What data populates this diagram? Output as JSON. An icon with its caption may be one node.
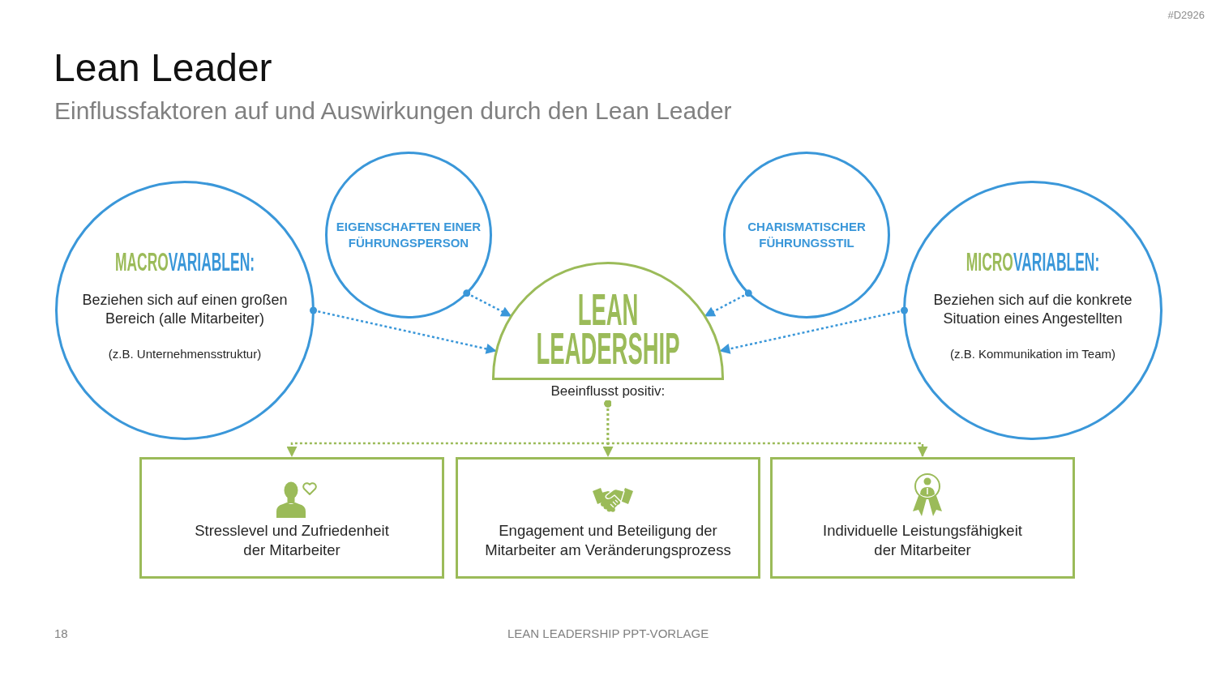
{
  "diagram": {
    "title": "Lean Leader",
    "nodes": [
      {
        "text": [
          "**MACRO**VARIABLEN:",
          "Beziehen sich auf einen großen Bereich (alle Mitarbeiter)",
          "(z.B. Unternehmensstruktur)"
        ]
      },
      {
        "text": [
          "EIGENSCHAFTEN EINER FÜHRUNGSPERSON"
        ]
      },
      {
        "text": [
          "LEAN LEADERSHIP"
        ]
      },
      {
        "text": [
          "CHARISMATISCHER FÜHRUNGSSTIL"
        ]
      },
      {
        "text": [
          "**MICRO**VARIABLEN:",
          "Beziehen sich auf die konkrete Situation eines Angestellten",
          "(z.B. Kommunikation im Team)"
        ]
      },
      {
        "text": [
          "Beeinflusst positiv:"
        ]
      },
      {
        "text": [
          "Stresslevel und Zufriedenheit der Mitarbeiter"
        ]
      },
      {
        "text": [
          "Engagement und Beteiligung der Mitarbeiter am Veränderungsprozess"
        ]
      },
      {
        "text": [
          "Individuelle Leistungsfähigkeit der Mitarbeiter"
        ]
      }
    ],
    "edges": [
      {
        "from": 0,
        "to": 2,
        "arrow": "to",
        "style": "dashed"
      },
      {
        "from": 1,
        "to": 2,
        "arrow": "to",
        "style": "dashed"
      },
      {
        "from": 3,
        "to": 2,
        "arrow": "to",
        "style": "dashed"
      },
      {
        "from": 4,
        "to": 2,
        "arrow": "to",
        "style": "dashed"
      },
      {
        "from": 5,
        "to": 6,
        "arrow": "to",
        "style": "dashed",
        "color": "#9bbb59"
      },
      {
        "from": 5,
        "to": 7,
        "arrow": "to",
        "style": "dashed",
        "color": "#9bbb59"
      },
      {
        "from": 5,
        "to": 8,
        "arrow": "to",
        "style": "dashed",
        "color": "#9bbb59"
      }
    ],
    "labels": [
      "#D2926",
      "Einflussfaktoren auf und Auswirkungen durch den Lean Leader",
      "18",
      "LEAN LEADERSHIP PPT-VORLAGE"
    ]
  }
}
